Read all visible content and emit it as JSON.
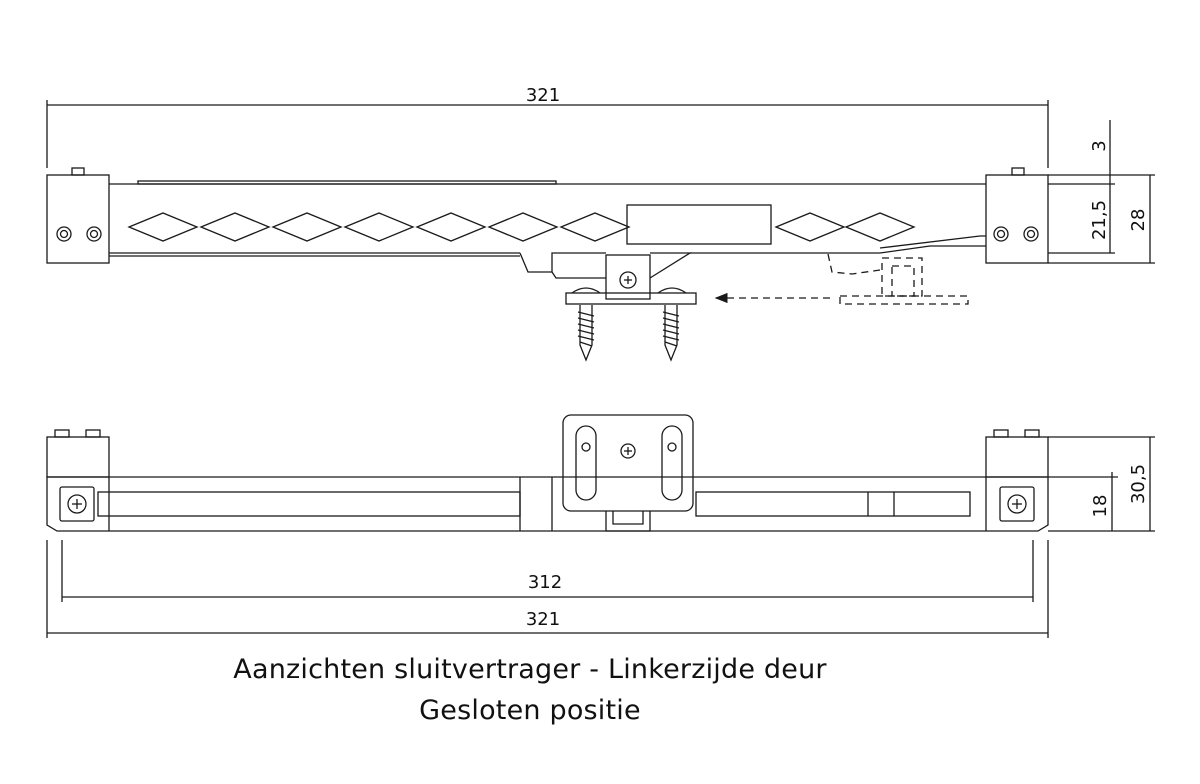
{
  "dimensions": {
    "top_length": "321",
    "top_offset": "3",
    "top_height_inner": "21,5",
    "top_height_total": "28",
    "bottom_inner_length": "312",
    "bottom_length": "321",
    "bottom_height_inner": "18",
    "bottom_height_total": "30,5"
  },
  "caption": {
    "line1": "Aanzichten sluitvertrager - Linkerzijde deur",
    "line2": "Gesloten positie"
  },
  "colors": {
    "line": "#1a1a1a",
    "background": "#ffffff"
  }
}
